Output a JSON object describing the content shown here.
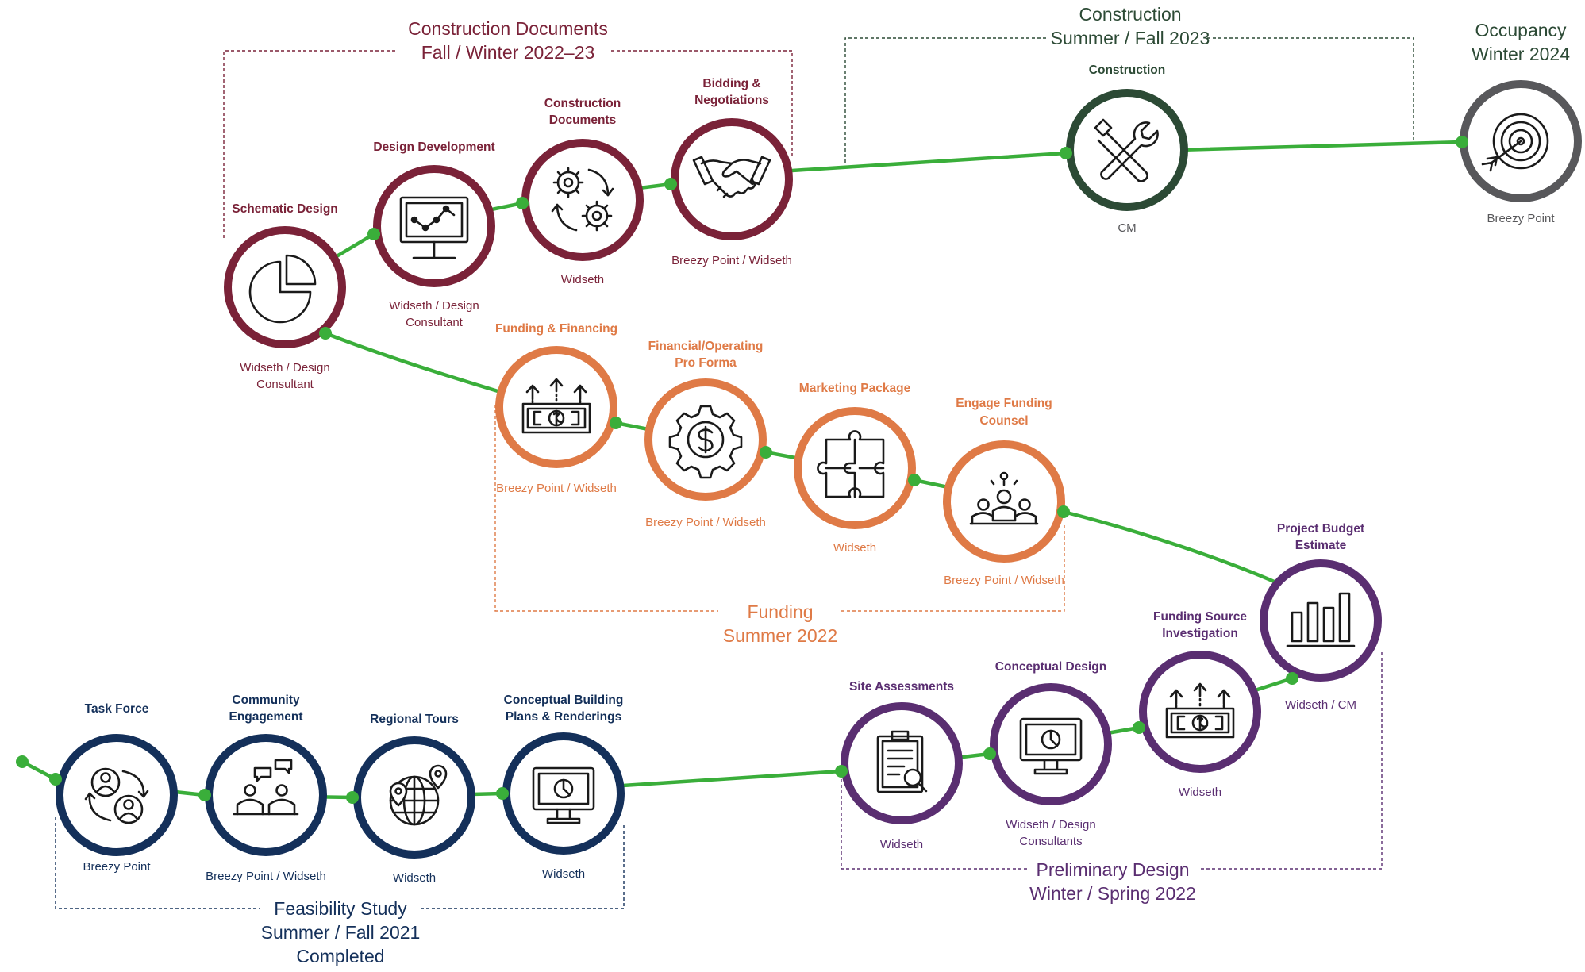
{
  "colors": {
    "path": "#3aae3a",
    "construction_docs": "#7a2238",
    "construction": "#2c4a35",
    "occupancy": "#58585b",
    "funding": "#df7a46",
    "preliminary": "#5a2e71",
    "feasibility": "#14305a"
  },
  "phases": {
    "construction_docs": {
      "line1": "Construction Documents",
      "line2": "Fall / Winter 2022–23"
    },
    "construction": {
      "line1": "Construction",
      "line2": "Summer / Fall 2023"
    },
    "occupancy": {
      "line1": "Occupancy",
      "line2": "Winter 2024"
    },
    "funding": {
      "line1": "Funding",
      "line2": "Summer 2022"
    },
    "preliminary": {
      "line1": "Preliminary Design",
      "line2": "Winter / Spring 2022"
    },
    "feasibility": {
      "line1": "Feasibility Study",
      "line2": "Summer / Fall 2021",
      "line3": "Completed"
    }
  },
  "steps": {
    "task_force": {
      "label": [
        "Task Force"
      ],
      "who": [
        "Breezy Point"
      ],
      "icon": "people-cycle-icon"
    },
    "community_engagement": {
      "label": [
        "Community",
        "Engagement"
      ],
      "who": [
        "Breezy Point / Widseth"
      ],
      "icon": "conversation-icon"
    },
    "regional_tours": {
      "label": [
        "Regional Tours"
      ],
      "who": [
        "Widseth"
      ],
      "icon": "globe-pins-icon"
    },
    "conceptual_building": {
      "label": [
        "Conceptual Building",
        "Plans & Renderings"
      ],
      "who": [
        "Widseth"
      ],
      "icon": "monitor-icon"
    },
    "site_assessments": {
      "label": [
        "Site Assessments"
      ],
      "who": [
        "Widseth"
      ],
      "icon": "clipboard-search-icon"
    },
    "conceptual_design": {
      "label": [
        "Conceptual Design"
      ],
      "who": [
        "Widseth / Design",
        "Consultants"
      ],
      "icon": "monitor-icon"
    },
    "funding_source": {
      "label": [
        "Funding Source",
        "Investigation"
      ],
      "who": [
        "Widseth"
      ],
      "icon": "money-arrows-icon"
    },
    "project_budget": {
      "label": [
        "Project Budget",
        "Estimate"
      ],
      "who": [
        "Widseth / CM"
      ],
      "icon": "bar-chart-icon"
    },
    "engage_funding": {
      "label": [
        "Engage Funding",
        "Counsel"
      ],
      "who": [
        "Breezy Point / Widseth"
      ],
      "icon": "team-icon"
    },
    "marketing_package": {
      "label": [
        "Marketing Package"
      ],
      "who": [
        "Widseth"
      ],
      "icon": "puzzle-icon"
    },
    "pro_forma": {
      "label": [
        "Financial/Operating",
        "Pro Forma"
      ],
      "who": [
        "Breezy Point / Widseth"
      ],
      "icon": "dollar-gear-icon"
    },
    "funding_financing": {
      "label": [
        "Funding & Financing"
      ],
      "who": [
        "Breezy Point / Widseth"
      ],
      "icon": "money-arrows-icon"
    },
    "schematic_design": {
      "label": [
        "Schematic Design"
      ],
      "who": [
        "Widseth / Design",
        "Consultant"
      ],
      "icon": "pie-chart-icon"
    },
    "design_development": {
      "label": [
        "Design Development"
      ],
      "who": [
        "Widseth / Design",
        "Consultant"
      ],
      "icon": "monitor-graph-icon"
    },
    "construction_documents": {
      "label": [
        "Construction",
        "Documents"
      ],
      "who": [
        "Widseth"
      ],
      "icon": "gears-icon"
    },
    "bidding": {
      "label": [
        "Bidding &",
        "Negotiations"
      ],
      "who": [
        "Breezy Point / Widseth"
      ],
      "icon": "handshake-icon"
    },
    "construction": {
      "label": [
        "Construction"
      ],
      "who": [
        "CM"
      ],
      "icon": "tools-icon"
    },
    "occupancy": {
      "label": [],
      "who": [
        "Breezy Point"
      ],
      "icon": "target-icon"
    }
  }
}
